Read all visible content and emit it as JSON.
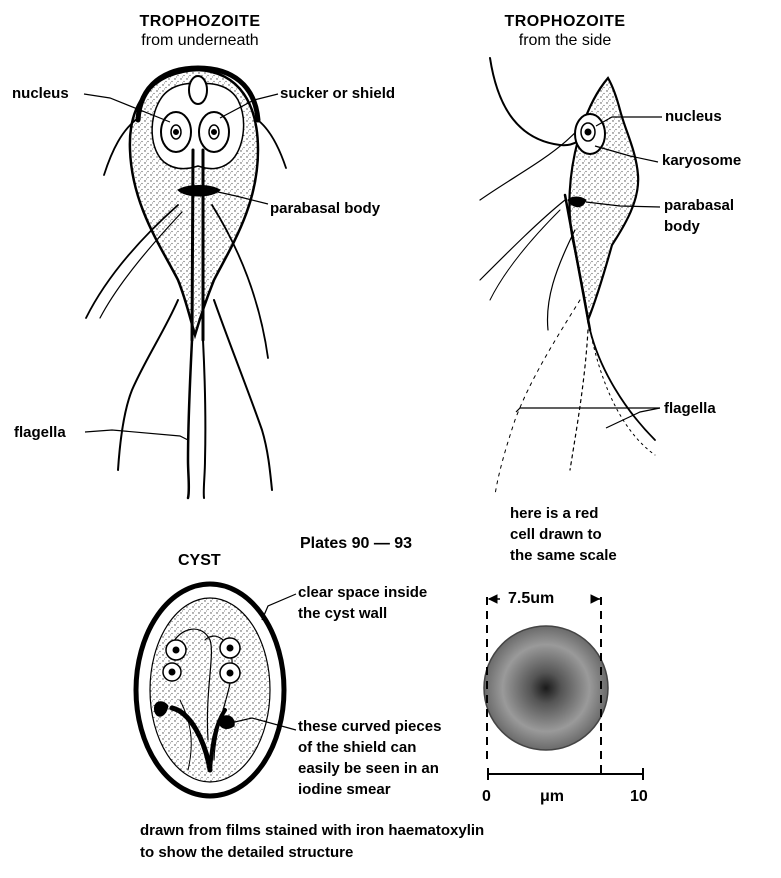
{
  "trophozoite_under": {
    "title": "TROPHOZOITE",
    "subtitle": "from underneath",
    "labels": {
      "nucleus": "nucleus",
      "sucker": "sucker or shield",
      "parabasal": "parabasal body",
      "flagella": "flagella"
    }
  },
  "trophozoite_side": {
    "title": "TROPHOZOITE",
    "subtitle": "from the side",
    "labels": {
      "nucleus": "nucleus",
      "karyosome": "karyosome",
      "parabasal_1": "parabasal",
      "parabasal_2": "body",
      "flagella": "flagella"
    }
  },
  "plates": "Plates 90 — 93",
  "cyst": {
    "title": "CYST",
    "clear_space_1": "clear space inside",
    "clear_space_2": "the cyst wall",
    "curved_1": "these curved pieces",
    "curved_2": "of the shield can",
    "curved_3": "easily be seen in an",
    "curved_4": "iodine smear"
  },
  "red_cell": {
    "note_1": "here is a red",
    "note_2": "cell drawn to",
    "note_3": "the same scale",
    "diameter": "7.5um",
    "scale_start": "0",
    "scale_unit": "μm",
    "scale_end": "10"
  },
  "caption_1": "drawn from films stained with iron haematoxylin",
  "caption_2": "to show the detailed structure"
}
